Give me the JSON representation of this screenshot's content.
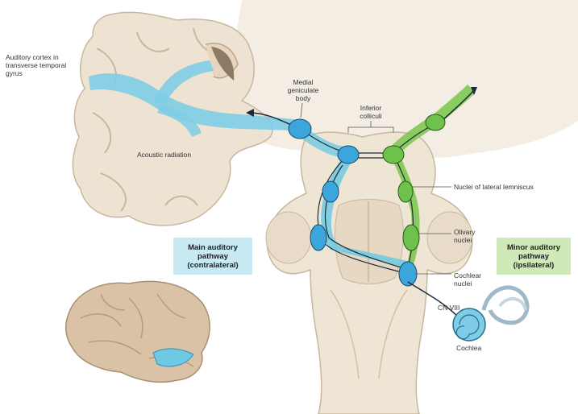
{
  "labels": {
    "auditory_cortex": "Auditory cortex in\ntransverse temporal\ngyrus",
    "medial_geniculate": "Medial\ngeniculate\nbody",
    "inferior_colliculi": "Inferior\ncolliculi",
    "acoustic_radiation": "Acoustic radiation",
    "lateral_lemniscus": "Nuclei of lateral lemniscus",
    "olivary_nuclei": "Olivary\nnuclei",
    "cochlear_nuclei": "Cochlear\nnuclei",
    "cn_viii": "CN VIII",
    "cochlea": "Cochlea"
  },
  "boxes": {
    "main_pathway": "Main auditory\npathway\n(contralateral)",
    "minor_pathway": "Minor auditory\npathway\n(ipsilateral)"
  },
  "colors": {
    "main_pathway": "#6ec9e2",
    "minor_pathway": "#78c64a",
    "main_box": "#c6e9f3",
    "minor_box": "#cfe9b8",
    "tissue": "#eee3d2",
    "brain": "#d9c2a5"
  }
}
